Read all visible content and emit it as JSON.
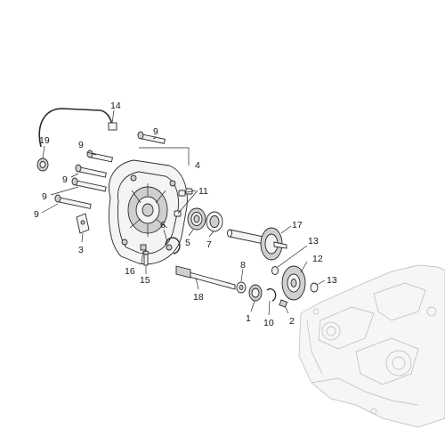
{
  "callouts": {
    "c1": "1",
    "c2": "2",
    "c3": "3",
    "c4": "4",
    "c5": "5",
    "c6": "6",
    "c7": "7",
    "c8": "8",
    "c9a": "9",
    "c9b": "9",
    "c9c": "9",
    "c9d": "9",
    "c9e": "9",
    "c10": "10",
    "c11": "11",
    "c12": "12",
    "c13a": "13",
    "c13b": "13",
    "c14": "14",
    "c15": "15",
    "c16": "16",
    "c17": "17",
    "c18": "18",
    "c19": "19"
  },
  "colors": {
    "line": "#2a2a2a",
    "ghost": "#b9b9b9",
    "metal": "#cfcfcf",
    "face": "#f4f4f4"
  }
}
